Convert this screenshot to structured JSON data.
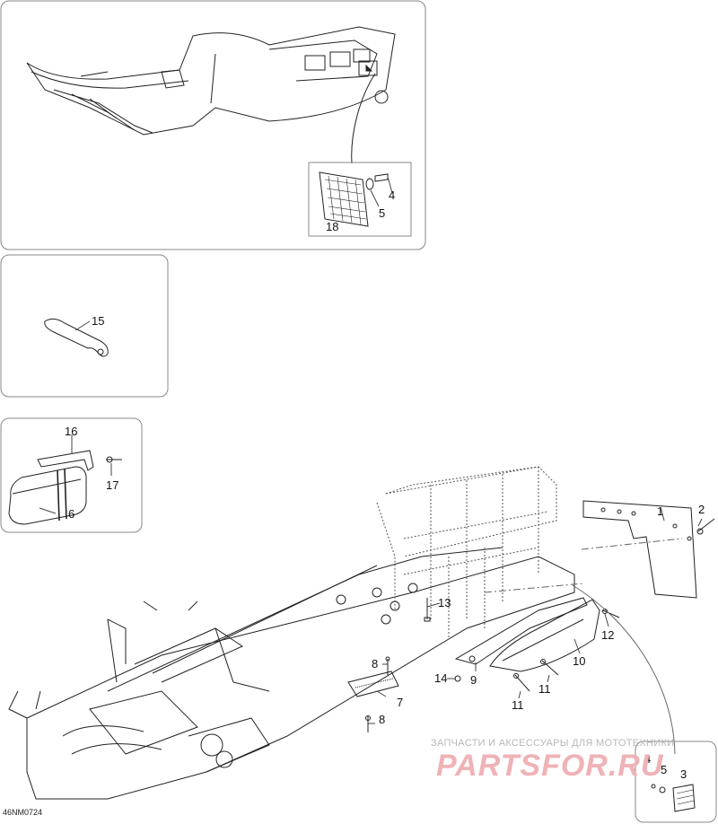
{
  "diagram": {
    "code": "46NM0724",
    "watermark_line1": "ЗАПЧАСТИ И АКСЕССУАРЫ ДЛЯ МОТОТЕХНИКИ",
    "watermark_line2": "PARTSFOR.RU",
    "part_labels": {
      "p1": "1",
      "p2": "2",
      "p3": "3",
      "p4a": "4",
      "p4b": "4",
      "p5a": "5",
      "p5b": "5",
      "p6": "6",
      "p7": "7",
      "p8a": "8",
      "p8b": "8",
      "p9": "9",
      "p10": "10",
      "p11a": "11",
      "p11b": "11",
      "p12": "12",
      "p13": "13",
      "p14": "14",
      "p15": "15",
      "p16": "16",
      "p17": "17",
      "p18": "18"
    }
  }
}
